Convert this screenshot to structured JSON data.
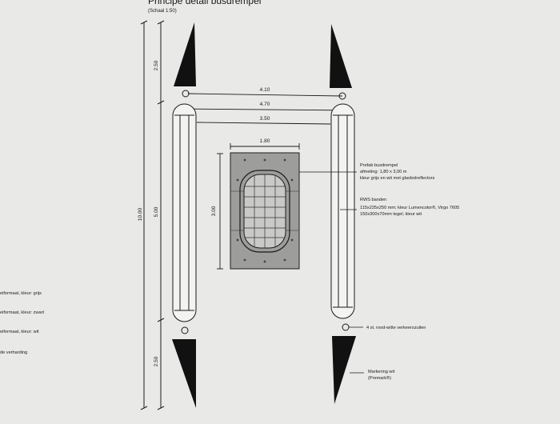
{
  "title": {
    "main": "Principe detail busdrempel",
    "subtitle": "(Schaal 1:50)"
  },
  "dimensions": {
    "top_gap": "2.50",
    "middle": "5.00",
    "bottom_gap": "2.50",
    "total": "10.00",
    "width_outer": "4.10",
    "width_banden": "4.70",
    "width_inner": "3.50",
    "plate_width": "1.80",
    "plate_length": "3.00"
  },
  "annotations": {
    "prefab": [
      "Prefab busdrempel",
      "afmeting: 1,80 x 3,00 m",
      "kleur grijs en wit met glasbolreflectors"
    ],
    "rws": [
      "RWS banden",
      "115x225x250 mm; kleur Lumencolor®, Virgo 7605",
      "150x300x70mm tegel; kleur wit"
    ],
    "zuilen": "4 st. rood-witte verkeerszuilen",
    "markering": [
      "Markering wit",
      "(Premark®)"
    ]
  },
  "legend": [
    "eiformaat, kleur: grijs",
    "eiformaat, kleur: zwart",
    "eiformaat, kleur: wit",
    "de verharding"
  ],
  "colors": {
    "paper": "#e9e9e7",
    "line": "#1a1a1a",
    "plate": "#9d9d9b",
    "plate_dark": "#8a8a88"
  }
}
